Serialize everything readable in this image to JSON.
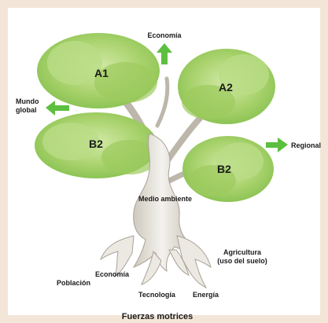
{
  "labels": {
    "top": "Economía",
    "left_line1": "Mundo",
    "left_line2": "global",
    "right": "Regional",
    "a1": "A1",
    "a2": "A2",
    "b2_left": "B2",
    "b2_right": "B2",
    "medio_ambiente": "Medio ambiente",
    "agricultura_line1": "Agricultura",
    "agricultura_line2": "(uso del suelo)",
    "poblacion": "Población",
    "economia_root": "Economía",
    "tecnologia": "Tecnología",
    "energia": "Energía",
    "caption": "Fuerzas motrices"
  },
  "colors": {
    "frame_bg": "#f3e6d8",
    "panel_bg": "#ffffff",
    "arrow": "#5cbf3f",
    "foliage_dark": "#7fb94a",
    "foliage_light": "#c6e39a",
    "trunk": "#e9e6df",
    "trunk_shadow": "#b7b0a6"
  }
}
